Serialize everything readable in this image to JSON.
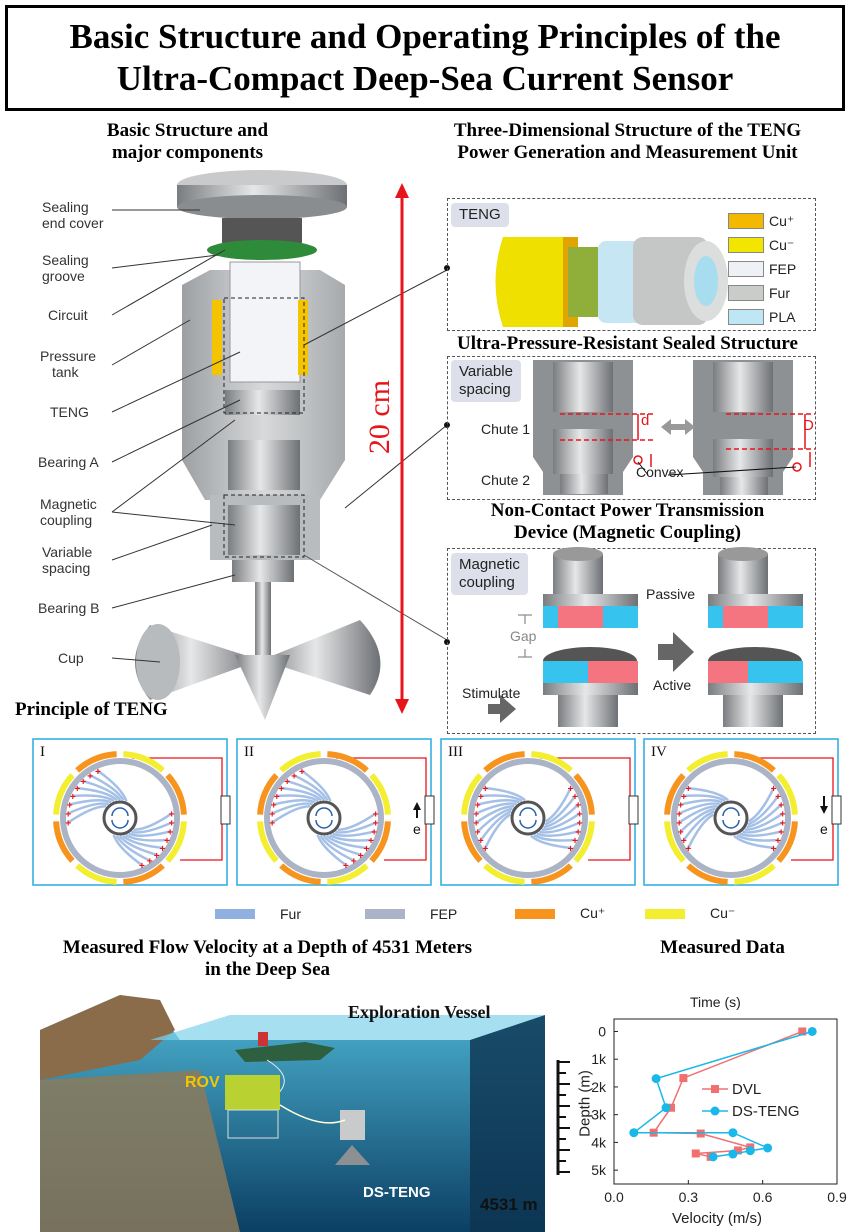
{
  "title": {
    "line1": "Basic Structure and Operating Principles of the",
    "line2": "Ultra-Compact Deep-Sea Current Sensor"
  },
  "left_section": {
    "heading_line1": "Basic Structure  and",
    "heading_line2": "major components",
    "components": [
      {
        "l1": "Sealing",
        "l2": "end cover"
      },
      {
        "l1": "Sealing",
        "l2": "groove"
      },
      {
        "l1": "Circuit",
        "l2": ""
      },
      {
        "l1": "Pressure",
        "l2": "tank"
      },
      {
        "l1": "TENG",
        "l2": ""
      },
      {
        "l1": "Bearing A",
        "l2": ""
      },
      {
        "l1": "Magnetic",
        "l2": "coupling"
      },
      {
        "l1": "Variable",
        "l2": "spacing"
      },
      {
        "l1": "Bearing B",
        "l2": ""
      },
      {
        "l1": "Cup",
        "l2": ""
      }
    ],
    "height_label": "20 cm"
  },
  "right_section": {
    "heading_line1": "Three-Dimensional Structure of the TENG",
    "heading_line2": "Power Generation and Measurement Unit",
    "teng_panel": {
      "tag": "TENG",
      "legend": [
        {
          "label": "Cu⁺",
          "color": "#f5b800"
        },
        {
          "label": "Cu⁻",
          "color": "#f2e600"
        },
        {
          "label": "FEP",
          "color": "#eef2f7"
        },
        {
          "label": "Fur",
          "color": "#c9ccc8"
        },
        {
          "label": "PLA",
          "color": "#bfe6f5"
        }
      ]
    },
    "sealed_heading": "Ultra-Pressure-Resistant Sealed Structure",
    "sealed_panel": {
      "tag_l1": "Variable",
      "tag_l2": "spacing",
      "chute1": "Chute 1",
      "chute2": "Chute 2",
      "convex": "Convex",
      "d_small": "d",
      "d_large": "D"
    },
    "coupling_heading_line1": "Non-Contact Power Transmission",
    "coupling_heading_line2": "Device (Magnetic Coupling)",
    "coupling_panel": {
      "tag_l1": "Magnetic",
      "tag_l2": "coupling",
      "gap": "Gap",
      "stimulate": "Stimulate",
      "passive": "Passive",
      "active": "Active"
    }
  },
  "principle": {
    "heading": "Principle of TENG",
    "panels": [
      {
        "numeral": "I",
        "current": ""
      },
      {
        "numeral": "II",
        "current": "e"
      },
      {
        "numeral": "III",
        "current": ""
      },
      {
        "numeral": "IV",
        "current": "e"
      }
    ],
    "legend": [
      {
        "label": "Fur",
        "color": "#8fb0e0"
      },
      {
        "label": "FEP",
        "color": "#aab4c6"
      },
      {
        "label": "Cu⁺",
        "color": "#f7941d"
      },
      {
        "label": "Cu⁻",
        "color": "#f4ee30"
      }
    ]
  },
  "field": {
    "heading_line1": "Measured Flow Velocity at a Depth of 4531 Meters",
    "heading_line2": "in the Deep Sea",
    "vessel": "Exploration Vessel",
    "rov": "ROV",
    "sensor": "DS-TENG",
    "depth": "4531 m"
  },
  "measured_heading": "Measured Data",
  "chart_data": {
    "type": "line",
    "title": "Time (s)",
    "xlabel": "Velocity (m/s)",
    "ylabel": "Depth (m)",
    "xlim": [
      0.0,
      0.9
    ],
    "ylim": [
      5500,
      -450
    ],
    "xticks": [
      {
        "v": 0.0,
        "label": "0.0"
      },
      {
        "v": 0.3,
        "label": "0.3"
      },
      {
        "v": 0.6,
        "label": "0.6"
      },
      {
        "v": 0.9,
        "label": "0.9"
      }
    ],
    "yticks": [
      {
        "v": 0,
        "label": "0"
      },
      {
        "v": 1000,
        "label": "1k"
      },
      {
        "v": 2000,
        "label": "2k"
      },
      {
        "v": 3000,
        "label": "3k"
      },
      {
        "v": 4000,
        "label": "4k"
      },
      {
        "v": 5000,
        "label": "5k"
      }
    ],
    "legend_position": "right",
    "series": [
      {
        "name": "DVL",
        "color": "#f07070",
        "marker": "square",
        "points": [
          [
            0.76,
            0
          ],
          [
            0.28,
            1680
          ],
          [
            0.23,
            2750
          ],
          [
            0.16,
            3650
          ],
          [
            0.35,
            3680
          ],
          [
            0.55,
            4180
          ],
          [
            0.5,
            4290
          ],
          [
            0.33,
            4400
          ],
          [
            0.39,
            4520
          ]
        ]
      },
      {
        "name": "DS-TENG",
        "color": "#1ab8e8",
        "marker": "circle",
        "points": [
          [
            0.8,
            0
          ],
          [
            0.17,
            1700
          ],
          [
            0.21,
            2750
          ],
          [
            0.08,
            3650
          ],
          [
            0.48,
            3650
          ],
          [
            0.62,
            4200
          ],
          [
            0.55,
            4300
          ],
          [
            0.48,
            4420
          ],
          [
            0.4,
            4520
          ]
        ]
      }
    ]
  }
}
